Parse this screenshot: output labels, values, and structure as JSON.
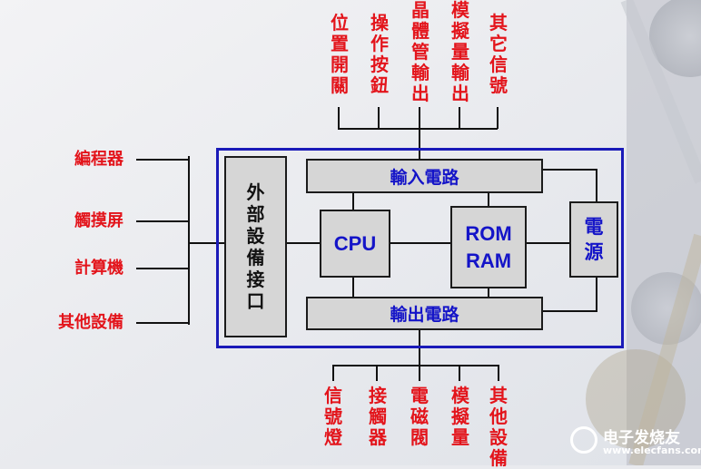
{
  "top_outputs": [
    {
      "chars": [
        "位",
        "置",
        "開",
        "關"
      ]
    },
    {
      "chars": [
        "操",
        "作",
        "按",
        "鈕"
      ]
    },
    {
      "chars": [
        "晶",
        "體",
        "管",
        "輸",
        "出"
      ]
    },
    {
      "chars": [
        "模",
        "擬",
        "量",
        "輸",
        "出"
      ]
    },
    {
      "chars": [
        "其",
        "它",
        "信",
        "號"
      ]
    }
  ],
  "left_inputs": [
    "編程器",
    "觸摸屏",
    "計算機",
    "其他設備"
  ],
  "interface_chars": [
    "外",
    "部",
    "設",
    "備",
    "接",
    "口"
  ],
  "blocks": {
    "input_circuit": "輸入電路",
    "output_circuit": "輸出電路",
    "cpu": "CPU",
    "rom": "ROM",
    "ram": "RAM"
  },
  "power_chars": [
    "電",
    "源"
  ],
  "bottom_outputs": [
    {
      "chars": [
        "信",
        "號",
        "燈"
      ]
    },
    {
      "chars": [
        "接",
        "觸",
        "器"
      ]
    },
    {
      "chars": [
        "電",
        "磁",
        "閥"
      ]
    },
    {
      "chars": [
        "模",
        "擬",
        "量"
      ]
    },
    {
      "chars": [
        "其",
        "他",
        "設",
        "備"
      ]
    }
  ],
  "watermark": {
    "title": "电子发烧友",
    "url": "www.elecfans.com"
  },
  "colors": {
    "label_red": "#e3141b",
    "frame_blue": "#1a1ab8",
    "block_text_blue": "#1414c8",
    "block_fill": "#d6d6d6"
  }
}
